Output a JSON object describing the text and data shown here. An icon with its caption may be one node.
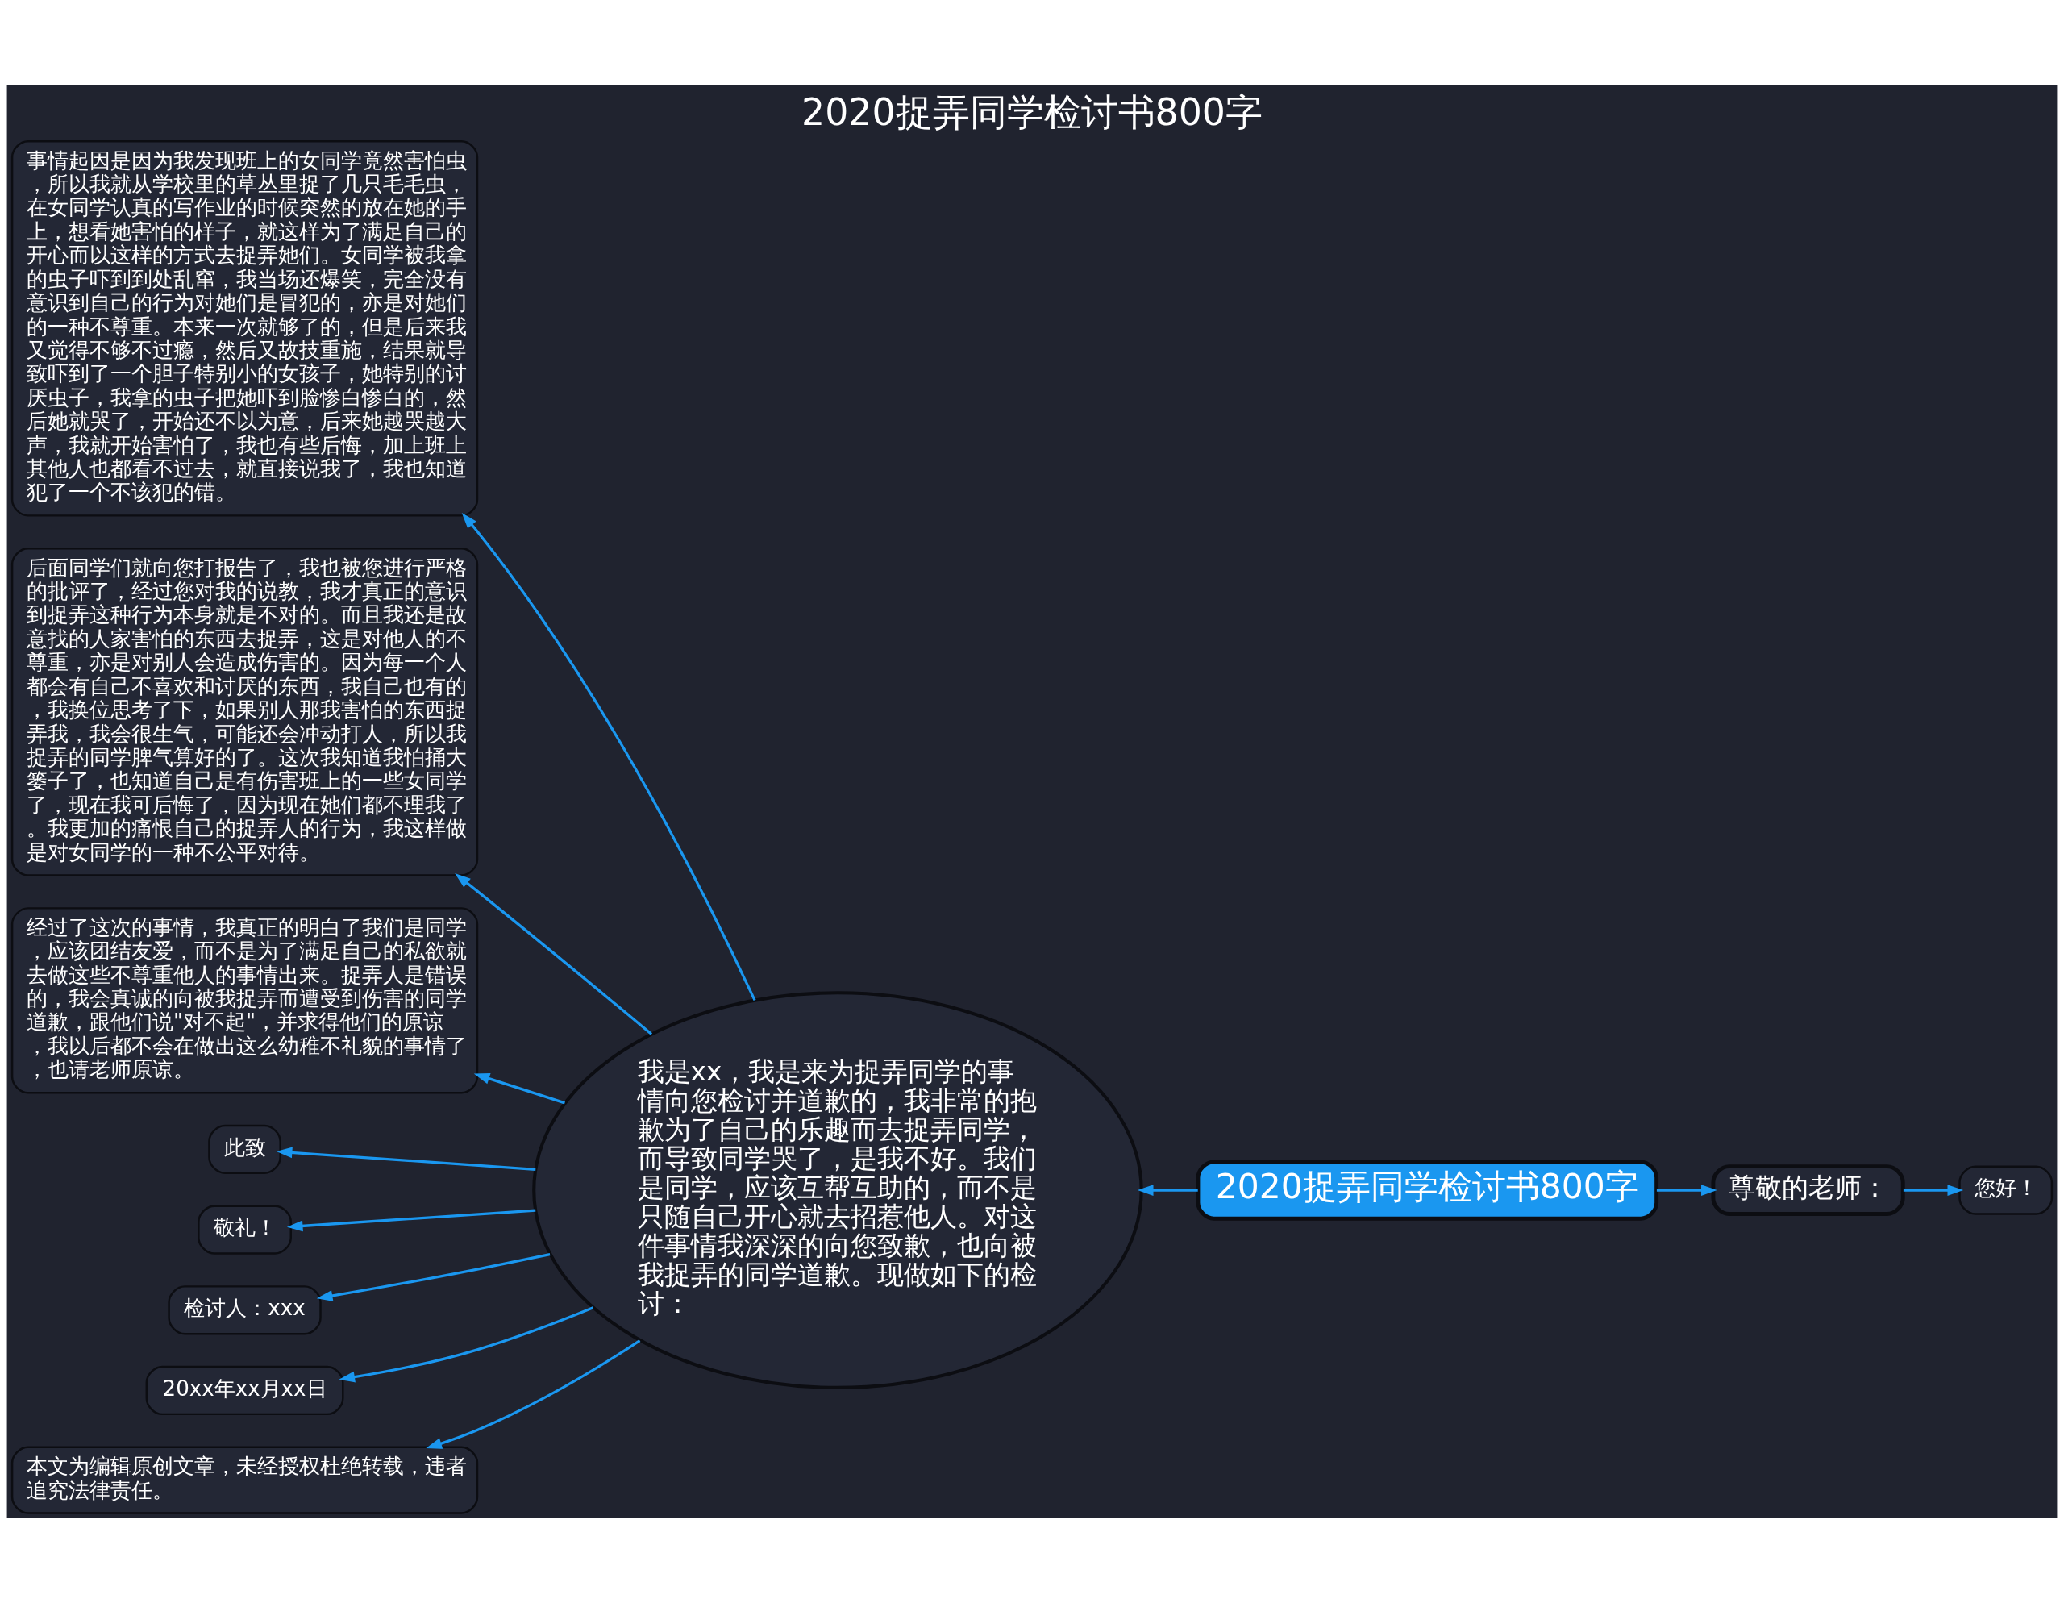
{
  "diagram": {
    "title": "2020捉弄同学检讨书800字",
    "nodes": [
      {
        "text": [
          "2020捉弄同学检讨书800字"
        ]
      },
      {
        "text": [
          "尊敬的老师："
        ]
      },
      {
        "text": [
          "您好！"
        ]
      },
      {
        "text": [
          "我是xx，我是来为捉弄同学的事情向您检讨并道歉的，我非常的抱歉为了自己的乐趣而去捉弄同学，而导致同学哭了，是我不好。我们是同学，应该互帮互助的，而不是只随自己开心就去招惹他人。对这件事情我深深的向您致歉，也向被我捉弄的同学道歉。现做如下的检讨："
        ]
      },
      {
        "text": [
          "事情起因是因为我发现班上的女同学竟然害怕虫，所以我就从学校里的草丛里捉了几只毛毛虫，在女同学认真的写作业的时候突然的放在她的手上，想看她害怕的样子，就这样为了满足自己的开心而以这样的方式去捉弄她们。女同学被我拿的虫子吓到到处乱窜，我当场还爆笑，完全没有意识到自己的行为对她们是冒犯的，亦是对她们的一种不尊重。本来一次就够了的，但是后来我又觉得不够不过瘾，然后又故技重施，结果就导致吓到了一个胆子特别小的女孩子，她特别的讨厌虫子，我拿的虫子把她吓到脸惨白惨白的，然后她就哭了，开始还不以为意，后来她越哭越大声，我就开始害怕了，我也有些后悔，加上班上其他人也都看不过去，就直接说我了，我也知道犯了一个不该犯的错。"
        ]
      },
      {
        "text": [
          "后面同学们就向您打报告了，我也被您进行严格的批评了，经过您对我的说教，我才真正的意识到捉弄这种行为本身就是不对的。而且我还是故意找的人家害怕的东西去捉弄，这是对他人的不尊重，亦是对别人会造成伤害的。因为每一个人都会有自己不喜欢和讨厌的东西，我自己也有的，我换位思考了下，如果别人那我害怕的东西捉弄我，我会很生气，可能还会冲动打人，所以我捉弄的同学脾气算好的了。这次我知道我怕捅大篓子了，也知道自己是有伤害班上的一些女同学了，现在我可后悔了，因为现在她们都不理我了。我更加的痛恨自己的捉弄人的行为，我这样做是对女同学的一种不公平对待。"
        ]
      },
      {
        "text": [
          "经过了这次的事情，我真正的明白了我们是同学，应该团结友爱，而不是为了满足自己的私欲就去做这些不尊重他人的事情出来。捉弄人是错误的，我会真诚的向被我捉弄而遭受到伤害的同学道歉，跟他们说\"对不起\"，并求得他们的原谅，我以后都不会在做出这么幼稚不礼貌的事情了，也请老师原谅。"
        ]
      },
      {
        "text": [
          "此致"
        ]
      },
      {
        "text": [
          "敬礼！"
        ]
      },
      {
        "text": [
          "检讨人：xxx"
        ]
      },
      {
        "text": [
          "20xx年xx月xx日"
        ]
      },
      {
        "text": [
          "本文为编辑原创文章，未经授权杜绝转载，违者追究法律责任。"
        ]
      }
    ],
    "edges": [
      {
        "from": 0,
        "to": 1,
        "arrow": "to"
      },
      {
        "from": 1,
        "to": 2,
        "arrow": "to"
      },
      {
        "from": 0,
        "to": 3,
        "arrow": "to"
      },
      {
        "from": 3,
        "to": 4,
        "arrow": "to"
      },
      {
        "from": 3,
        "to": 5,
        "arrow": "to"
      },
      {
        "from": 3,
        "to": 6,
        "arrow": "to"
      },
      {
        "from": 3,
        "to": 7,
        "arrow": "to"
      },
      {
        "from": 3,
        "to": 8,
        "arrow": "to"
      },
      {
        "from": 3,
        "to": 9,
        "arrow": "to"
      },
      {
        "from": 3,
        "to": 10,
        "arrow": "to"
      },
      {
        "from": 3,
        "to": 11,
        "arrow": "to"
      }
    ]
  }
}
